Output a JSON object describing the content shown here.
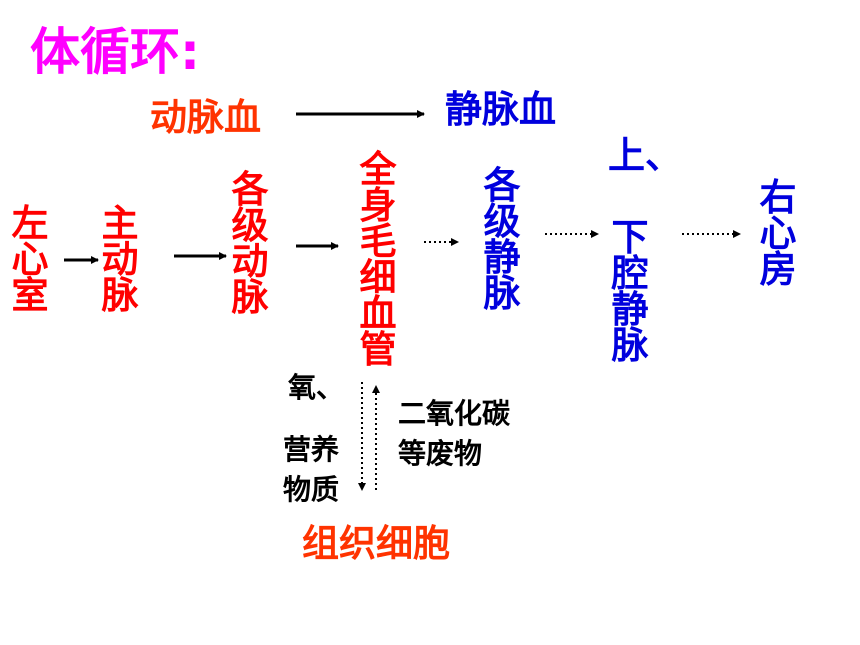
{
  "title": "体循环:",
  "top_row": {
    "from": "动脉血",
    "to": "静脉血"
  },
  "nodes": {
    "left_atrium": "左心室",
    "aorta": "主动脉",
    "arteries": "各级动脉",
    "capillaries": "全身毛细血管",
    "veins": "各级静脉",
    "vena_cava_top": "上、",
    "vena_cava_bottom": "下腔静脉",
    "right_atrium": "右心房"
  },
  "exchange": {
    "down_label_1": "氧、",
    "down_label_2": "营养",
    "down_label_3": "物质",
    "up_label_1": "二氧化碳",
    "up_label_2": "等废物",
    "tissue": "组织细胞"
  },
  "colors": {
    "title": "#ff00ff",
    "artery": "#ff0000",
    "oxygenated": "#ff3300",
    "vein": "#0000dd",
    "text": "#000000"
  }
}
